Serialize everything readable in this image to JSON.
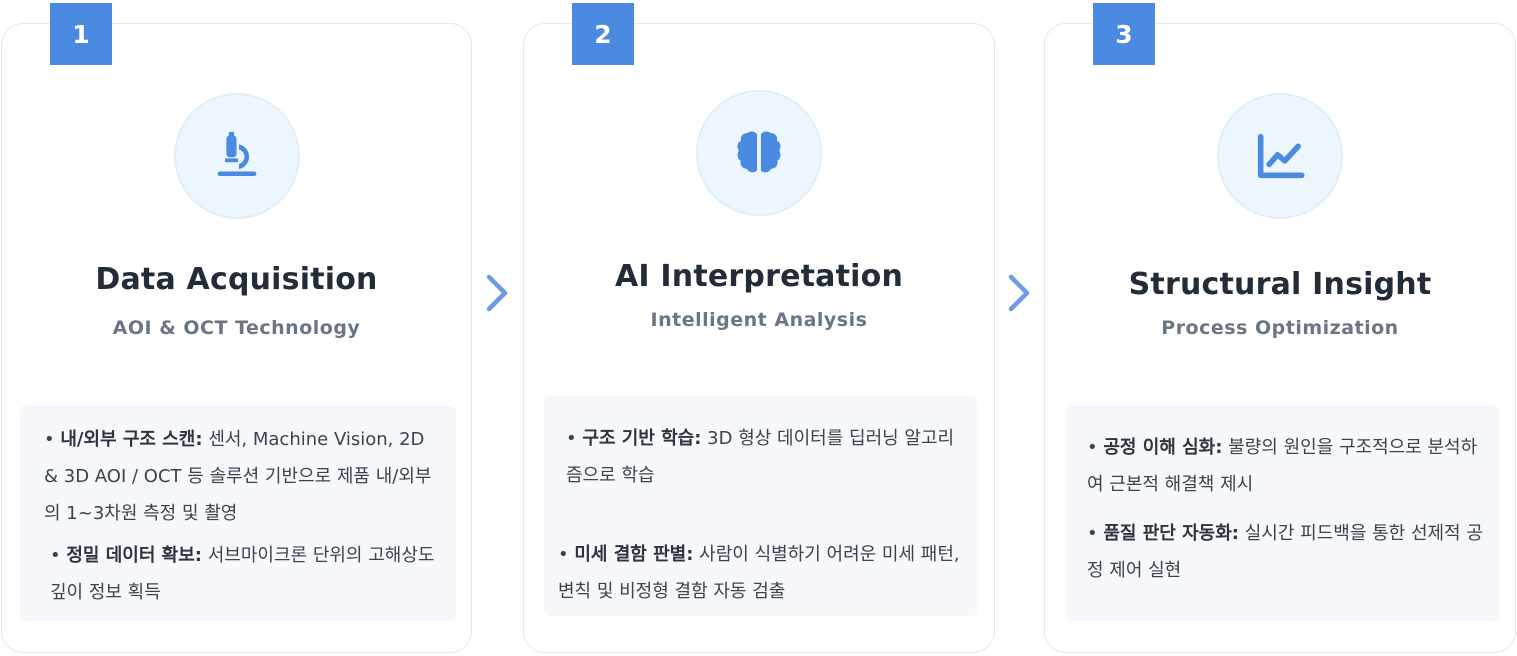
{
  "steps": [
    {
      "number": "1",
      "icon": "microscope-icon",
      "title": "Data Acquisition",
      "subtitle": "AOI & OCT Technology",
      "bullets": [
        {
          "label": "내/외부 구조 스캔:",
          "text": "센서, Machine Vision, 2D & 3D AOI / OCT 등 솔루션 기반으로 제품 내/외부의 1~3차원 측정 및 촬영"
        },
        {
          "label": "정밀 데이터 확보:",
          "text": "서브마이크론 단위의 고해상도 깊이 정보 획득"
        }
      ]
    },
    {
      "number": "2",
      "icon": "brain-icon",
      "title": "AI Interpretation",
      "subtitle": "Intelligent Analysis",
      "bullets": [
        {
          "label": "구조 기반 학습:",
          "text": "3D 형상 데이터를 딥러닝 알고리즘으로 학습"
        },
        {
          "label": "미세 결함 판별:",
          "text": "사람이 식별하기 어려운 미세 패턴, 변칙 및 비정형 결함 자동 검출"
        }
      ]
    },
    {
      "number": "3",
      "icon": "chart-line-icon",
      "title": "Structural Insight",
      "subtitle": "Process Optimization",
      "bullets": [
        {
          "label": "공정 이해 심화:",
          "text": "불량의 원인을 구조적으로 분석하여 근본적 해결책 제시"
        },
        {
          "label": "품질 판단 자동화:",
          "text": "실시간 피드백을 통한 선제적 공정 제어 실현"
        }
      ]
    }
  ],
  "colors": {
    "accent": "#4a8ae0",
    "icon_bg": "#eef6fd",
    "arrow": "#6b9be0"
  }
}
